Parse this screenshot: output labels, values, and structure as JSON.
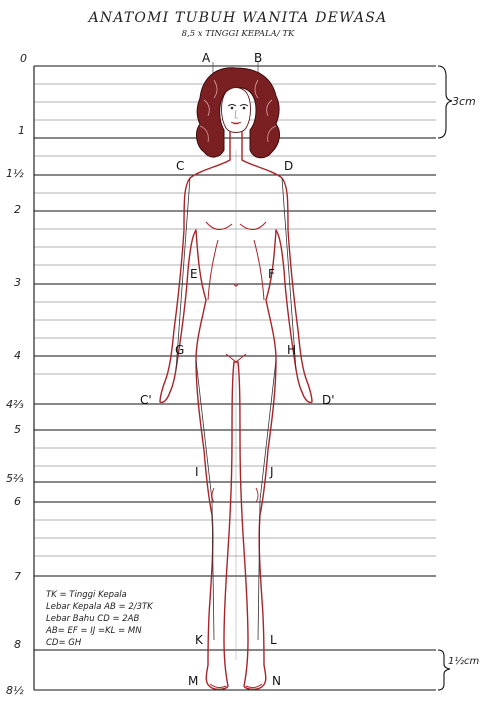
{
  "title": "ANATOMI TUBUH WANITA DEWASA",
  "subtitle": "8,5 x TINGGI KEPALA/ TK",
  "scale_labels": [
    "0",
    "1",
    "1½",
    "2",
    "3",
    "4",
    "4⅔",
    "5",
    "5⅔",
    "6",
    "7",
    "8",
    "8½"
  ],
  "points": {
    "A": "A",
    "B": "B",
    "C": "C",
    "D": "D",
    "E": "E",
    "F": "F",
    "G": "G",
    "H": "H",
    "C2": "C'",
    "D2": "D'",
    "I": "I",
    "J": "J",
    "K": "K",
    "L": "L",
    "M": "M",
    "N": "N"
  },
  "measure": {
    "top": "3cm",
    "bottom": "1½cm"
  },
  "legend": [
    "TK = Tinggi Kepala",
    "Lebar Kepala AB = 2/3TK",
    "Lebar Bahu CD = 2AB",
    "AB= EF = IJ =KL = MN",
    "CD= GH"
  ],
  "colors": {
    "outline": "#a8242a",
    "hair": "#5a1618",
    "grid": "#111111"
  }
}
